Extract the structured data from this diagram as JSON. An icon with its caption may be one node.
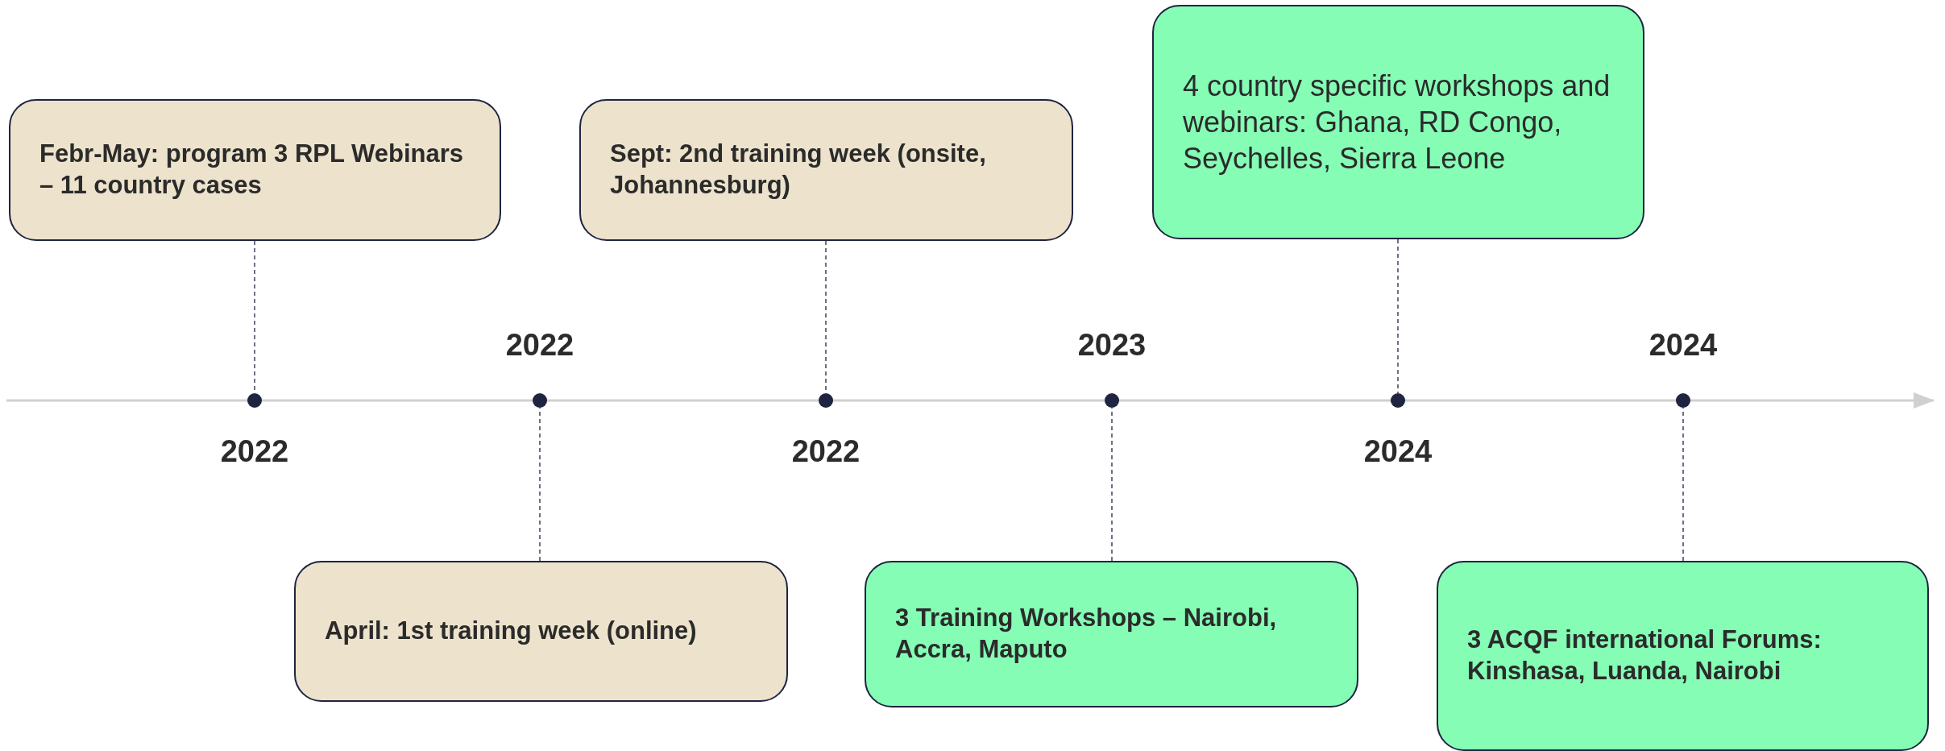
{
  "diagram": {
    "nodes": [
      {
        "text": [
          "Febr-May: program 3 RPL Webinars – 11 country cases"
        ]
      },
      {
        "text": [
          "April: 1st training week (online)"
        ]
      },
      {
        "text": [
          "Sept: 2nd training week (onsite, Johannesburg)"
        ]
      },
      {
        "text": [
          "3 Training Workshops – Nairobi, Accra, Maputo"
        ]
      },
      {
        "text": [
          "4 country specific workshops and webinars: Ghana, RD Congo, Seychelles, Sierra Leone"
        ]
      },
      {
        "text": [
          "3 ACQF international Forums: Kinshasa, Luanda, Nairobi"
        ]
      },
      {
        "text": [],
        "shape": "circle",
        "beside": [
          "2022"
        ]
      },
      {
        "text": [],
        "shape": "circle",
        "beside": [
          "2022"
        ]
      },
      {
        "text": [],
        "shape": "circle",
        "beside": [
          "2022"
        ]
      },
      {
        "text": [],
        "shape": "circle",
        "beside": [
          "2023"
        ]
      },
      {
        "text": [],
        "shape": "circle",
        "beside": [
          "2024"
        ]
      },
      {
        "text": [],
        "shape": "circle",
        "beside": [
          "2024"
        ]
      }
    ],
    "edges": [
      {
        "from": 0,
        "to": 6,
        "arrow": "none",
        "style": "dashed"
      },
      {
        "from": 1,
        "to": 7,
        "arrow": "none",
        "style": "dashed"
      },
      {
        "from": 2,
        "to": 8,
        "arrow": "none",
        "style": "dashed"
      },
      {
        "from": 3,
        "to": 9,
        "arrow": "none",
        "style": "dashed"
      },
      {
        "from": 4,
        "to": 10,
        "arrow": "none",
        "style": "dashed"
      },
      {
        "from": 5,
        "to": 11,
        "arrow": "none",
        "style": "dashed"
      }
    ]
  }
}
